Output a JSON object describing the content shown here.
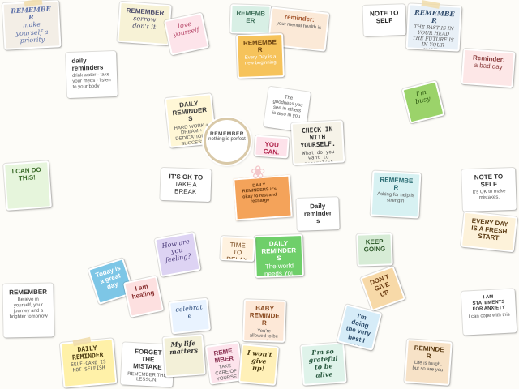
{
  "stickers": [
    {
      "id": "remember-yourself-priority",
      "title": "REMEMBER",
      "body": "make yourself a priority",
      "bg": "#f3eee6",
      "fg": "#5b6fa8"
    },
    {
      "id": "remember-sorry",
      "title": "REMEMBER",
      "body": "sorrow don't it",
      "bg": "#f7f2d6",
      "fg": "#4a4a6a"
    },
    {
      "id": "love-yourself",
      "title": "",
      "body": "love yourself",
      "bg": "#fde4ea",
      "fg": "#b54466"
    },
    {
      "id": "remember-mint",
      "title": "REMEMBER",
      "body": "",
      "bg": "#d8efe5",
      "fg": "#3f6f5a"
    },
    {
      "id": "reminder-mental-health",
      "title": "reminder:",
      "body": "your mental health is",
      "bg": "#fbe9d7",
      "fg": "#a4562e"
    },
    {
      "id": "note-to-self",
      "title": "NOTE TO SELF",
      "body": "",
      "bg": "#ffffff",
      "fg": "#222222"
    },
    {
      "id": "reminder-past",
      "title": "REMEMBER",
      "body": "THE PAST IS IN YOUR HEAD THE FUTURE IS IN YOUR HANDS",
      "bg": "#e8f0f7",
      "fg": "#2e4a6b"
    },
    {
      "id": "daily-reminders-list",
      "title": "daily reminders",
      "body": "drink water · take your meds · listen to your body",
      "bg": "#ffffff",
      "fg": "#333333"
    },
    {
      "id": "remember-every-day",
      "title": "REMEMBER",
      "body": "Every Day is a new beginning",
      "bg": "#f6c35b",
      "fg": "#6b4210"
    },
    {
      "id": "reminder-bad-day",
      "title": "Reminder:",
      "body": "a bad day",
      "bg": "#fde7e7",
      "fg": "#8a3b3b"
    },
    {
      "id": "im-busy",
      "title": "",
      "body": "I'm busy",
      "bg": "#9bd36a",
      "fg": "#2e5a12"
    },
    {
      "id": "daily-reminders-center",
      "title": "DAILY REMINDERS",
      "body": "HARD WORK + DREAM + DEDICATION = SUCCESS",
      "bg": "#fff7d6",
      "fg": "#3b3b3b"
    },
    {
      "id": "remember-nothing-perfect",
      "title": "REMEMBER",
      "body": "nothing is perfect",
      "bg": "#ffffff",
      "fg": "#444444"
    },
    {
      "id": "you-can",
      "title": "YOU CAN.",
      "body": "",
      "bg": "#fde2ea",
      "fg": "#b0244c"
    },
    {
      "id": "check-in",
      "title": "CHECK IN WITH YOURSELF.",
      "body": "What do you want to accomplish today?",
      "bg": "#f6f3e8",
      "fg": "#333333"
    },
    {
      "id": "the-goodness",
      "title": "",
      "body": "The goodness you see in others is also in you",
      "bg": "#ffffff",
      "fg": "#444444"
    },
    {
      "id": "remember-right",
      "title": "REMEMBER",
      "body": "Asking for help is strength",
      "bg": "#d7f1f2",
      "fg": "#2a6c73"
    },
    {
      "id": "i-can-do-this",
      "title": "I CAN DO THIS!",
      "body": "",
      "bg": "#e6f5dc",
      "fg": "#3b6b2a"
    },
    {
      "id": "its-ok",
      "title": "IT'S OK TO",
      "body": "TAKE A BREAK",
      "bg": "#ffffff",
      "fg": "#333333"
    },
    {
      "id": "daily-reminders-mid",
      "title": "Daily reminders",
      "body": "",
      "bg": "#ffffff",
      "fg": "#333333"
    },
    {
      "id": "time-to-relax",
      "title": "",
      "body": "TIME TO RELAX",
      "bg": "#fff2e0",
      "fg": "#7a4b20"
    },
    {
      "id": "every-day-fresh",
      "title": "EVERY DAY IS A FRESH START",
      "body": "",
      "bg": "#fdf2da",
      "fg": "#5a3a12"
    },
    {
      "id": "note-to-self-right",
      "title": "NOTE TO SELF",
      "body": "It's OK to make mistakes.",
      "bg": "#ffffff",
      "fg": "#333333"
    },
    {
      "id": "daily-reminders-green",
      "title": "DAILY REMINDERS",
      "body": "The world needs You",
      "bg": "#6fcf6a",
      "fg": "#ffffff"
    },
    {
      "id": "how-are-you",
      "title": "",
      "body": "How are you feeling?",
      "bg": "#ddd3f3",
      "fg": "#4a3a7a"
    },
    {
      "id": "today-is-great",
      "title": "",
      "body": "Today is a great day",
      "bg": "#7dc6e6",
      "fg": "#ffffff"
    },
    {
      "id": "remember-bottom-left",
      "title": "REMEMBER",
      "body": "Believe in yourself, your journey and a brighter tomorrow",
      "bg": "#ffffff",
      "fg": "#333333"
    },
    {
      "id": "daily-reminder-selfcare",
      "title": "DAILY REMINDER",
      "body": "SELF-CARE IS NOT SELFISH",
      "bg": "#fff1a8",
      "fg": "#4a3a10"
    },
    {
      "id": "forget-mistake",
      "title": "FORGET THE MISTAKE",
      "body": "REMEMBER THE LESSON!",
      "bg": "#ffffff",
      "fg": "#333333"
    },
    {
      "id": "my-life-matters",
      "title": "My life matters",
      "body": "",
      "bg": "#f3f0d8",
      "fg": "#333333"
    },
    {
      "id": "remember-yourself-first",
      "title": "REMEMBER",
      "body": "TAKE CARE OF YOURSELF FIRST",
      "bg": "#fde4ec",
      "fg": "#8a3050"
    },
    {
      "id": "baby-reminder",
      "title": "BABY REMINDER",
      "body": "You're allowed to be sad",
      "bg": "#fde8d7",
      "fg": "#8a4a20"
    },
    {
      "id": "i-wont-give-up",
      "title": "I won't give up!",
      "body": "",
      "bg": "#fff0b8",
      "fg": "#4a3a10"
    },
    {
      "id": "i-am-grateful",
      "title": "I'm so grateful to be alive",
      "body": "",
      "bg": "#dff3ea",
      "fg": "#2a5a40"
    },
    {
      "id": "reminder-bottom-right",
      "title": "REMINDER",
      "body": "Life is tough, but so are you",
      "bg": "#f7e2c7",
      "fg": "#5a3a12"
    },
    {
      "id": "i-can-cope",
      "title": "I AM STATEMENTS FOR ANXIETY",
      "body": "I can cope with this",
      "bg": "#ffffff",
      "fg": "#333333"
    },
    {
      "id": "keep-going",
      "title": "",
      "body": "KEEP GOING",
      "bg": "#d7ecd6",
      "fg": "#2e5a2a"
    },
    {
      "id": "i-am-healing",
      "title": "I am healing",
      "body": "",
      "bg": "#fde0e0",
      "fg": "#8a3030"
    },
    {
      "id": "celebrate",
      "title": "",
      "body": "celebrate",
      "bg": "#e9f3ff",
      "fg": "#2a4a7a"
    },
    {
      "id": "im-doing-best",
      "title": "I'm doing the very best I can",
      "body": "",
      "bg": "#d6ecf8",
      "fg": "#2a4a6a"
    },
    {
      "id": "dont-give-up",
      "title": "",
      "body": "DON'T GIVE UP",
      "bg": "#f7d9a8",
      "fg": "#6a3a10"
    }
  ],
  "center_badge": {
    "title": "REMEMBER",
    "body": "nothing is perfect"
  },
  "gift_box": {
    "label": "DAILY REMINDERS it's okay to rest and recharge"
  },
  "colors": {
    "background": "#fdfcf8",
    "border": "#ffffff"
  }
}
